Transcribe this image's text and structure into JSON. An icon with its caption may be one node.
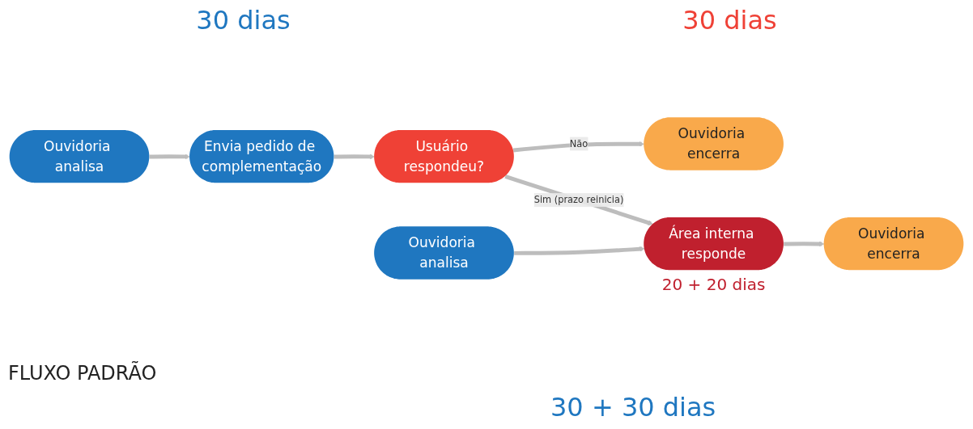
{
  "diagram": {
    "nodes": [
      {
        "text": [
          "Ouvidoria analisa"
        ]
      },
      {
        "text": [
          "Envia pedido de complementação"
        ]
      },
      {
        "text": [
          "Usuário respondeu?"
        ]
      },
      {
        "text": [
          "Ouvidoria encerra"
        ]
      },
      {
        "text": [
          "Ouvidoria analisa"
        ]
      },
      {
        "text": [
          "Área interna responde"
        ],
        "beside": [
          "20 + 20 dias"
        ]
      },
      {
        "text": [
          "Ouvidoria encerra"
        ]
      }
    ],
    "edges": [
      {
        "from": 0,
        "to": 1,
        "arrow": "to"
      },
      {
        "from": 1,
        "to": 2,
        "arrow": "to"
      },
      {
        "from": 2,
        "to": 3,
        "arrow": "to",
        "label": "Não"
      },
      {
        "from": 2,
        "to": 5,
        "arrow": "to",
        "label": "Sim (prazo reinicia)"
      },
      {
        "from": 4,
        "to": 5,
        "arrow": "to"
      },
      {
        "from": 5,
        "to": 6,
        "arrow": "to"
      }
    ],
    "labels": [
      "30 dias",
      "30 dias",
      "FLUXO PADRÃO",
      "30 + 30 dias"
    ]
  }
}
